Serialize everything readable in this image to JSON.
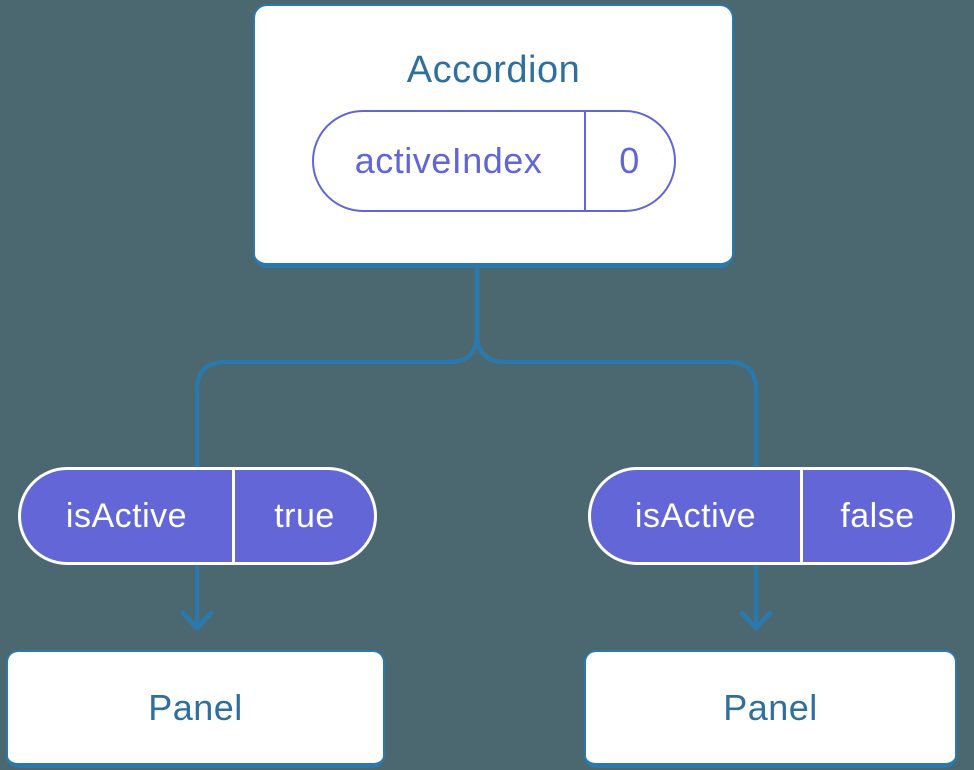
{
  "tree": {
    "root": {
      "title": "Accordion",
      "state_pill": {
        "name": "activeIndex",
        "value": "0"
      }
    },
    "children": [
      {
        "prop_pill": {
          "name": "isActive",
          "value": "true"
        },
        "node": {
          "title": "Panel"
        }
      },
      {
        "prop_pill": {
          "name": "isActive",
          "value": "false"
        },
        "node": {
          "title": "Panel"
        }
      }
    ]
  },
  "colors": {
    "background": "#4b6770",
    "connector": "#2b78ab",
    "node_fill": "#ffffff",
    "node_border": "#2b78ab",
    "node_text": "#2e6f9e",
    "pill_fill": "#6266d6",
    "pill_fill_text": "#ffffff",
    "pill_fill_border": "#ffffff",
    "pill_outline": "#6065da",
    "pill_outline_text": "#6065da"
  }
}
